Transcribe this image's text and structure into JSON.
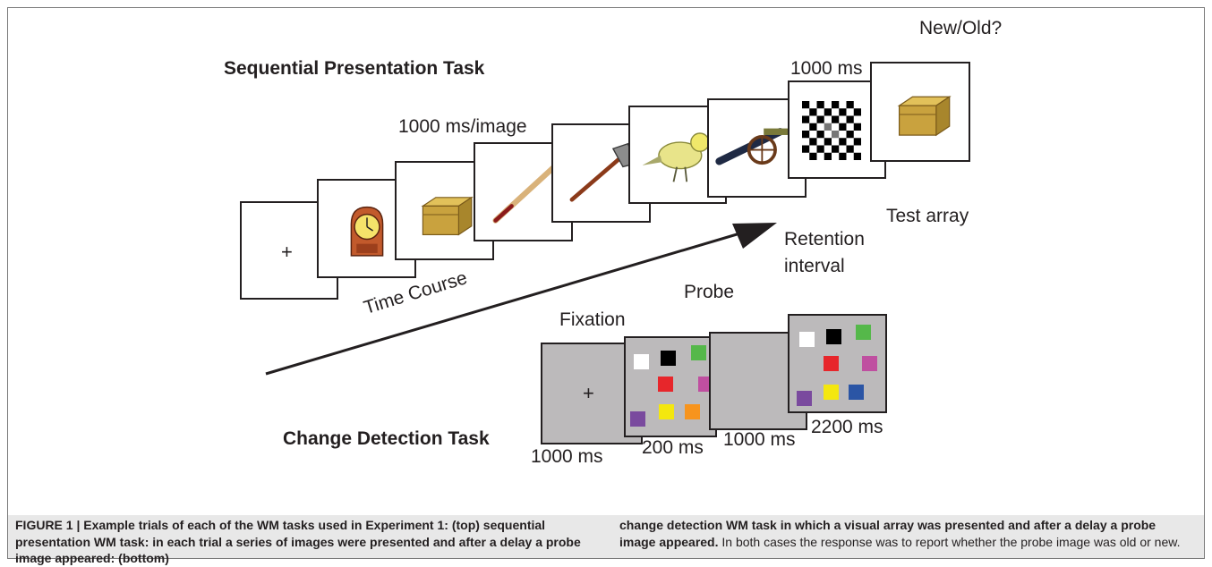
{
  "figure": {
    "sequential": {
      "title": "Sequential Presentation Task",
      "rate_label": "1000 ms/image",
      "retention_duration": "1000 ms",
      "probe_question": "New/Old?",
      "fixation_symbol": "+",
      "retention_label": "Retention\ninterval",
      "test_label": "Test array",
      "items": [
        "fixation",
        "clock",
        "box",
        "baseball-bat",
        "axe",
        "bird",
        "cannon",
        "checkerboard mask",
        "box"
      ]
    },
    "time_course_label": "Time Course",
    "change_detection": {
      "title": "Change Detection Task",
      "fixation_label": "Fixation",
      "probe_label": "Probe",
      "fixation_symbol": "+",
      "durations": [
        "1000 ms",
        "200 ms",
        "1000 ms",
        "2200 ms"
      ],
      "colors": {
        "white": "#ffffff",
        "black": "#000000",
        "green": "#55b84a",
        "red": "#e7262b",
        "magenta": "#bf4fa0",
        "purple": "#7a4a9e",
        "yellow": "#f4e70f",
        "orange": "#f7941d",
        "blue": "#2b55a5",
        "gray_bg": "#bcbabb"
      }
    }
  },
  "caption": {
    "col1_bold": "FIGURE 1 | Example trials of each of the WM tasks used in Experiment 1: (top) sequential presentation WM task: in each trial a series of images were presented and after a delay a probe image appeared: (bottom)",
    "col2_bold": "change detection WM task in which a visual array was presented and after a delay a probe image appeared.",
    "col2_text": " In both cases the response was to report whether the probe image was old or new."
  }
}
